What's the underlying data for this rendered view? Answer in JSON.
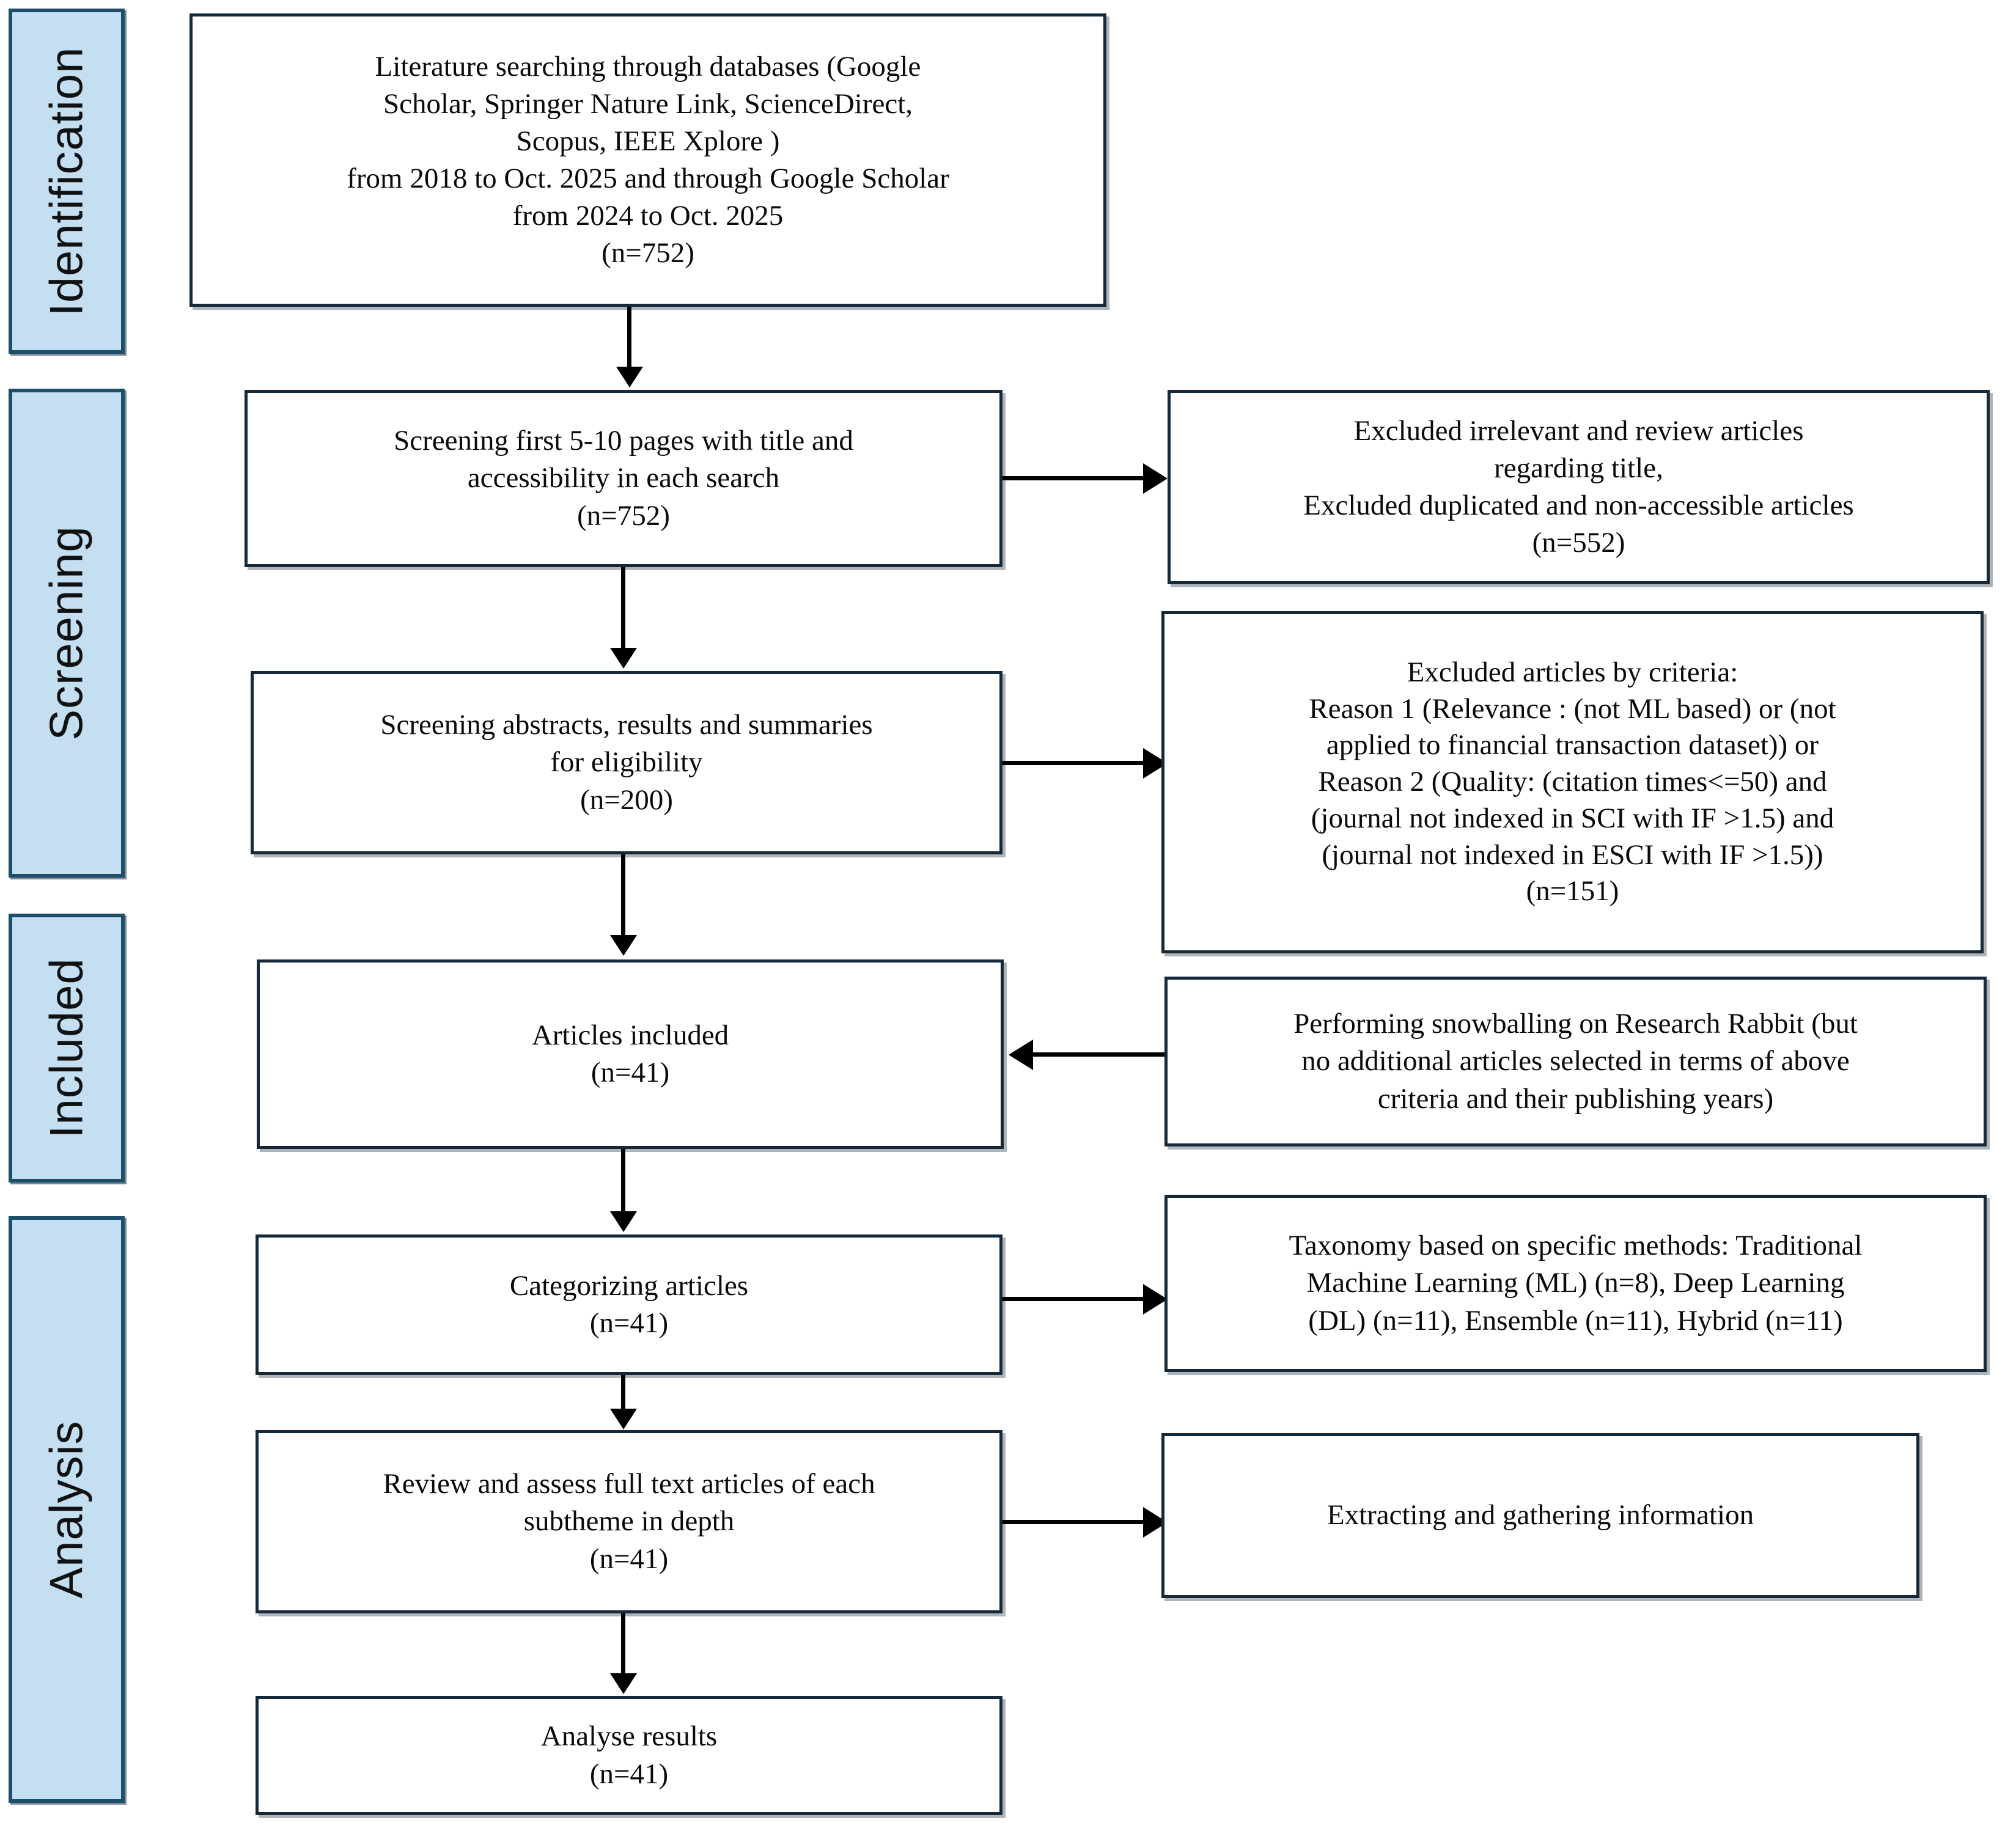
{
  "diagram": {
    "type": "prisma-flow-diagram",
    "phases": [
      {
        "id": "identification",
        "label": "Identification"
      },
      {
        "id": "screening",
        "label": "Screening"
      },
      {
        "id": "included",
        "label": "Included"
      },
      {
        "id": "analysis",
        "label": "Analysis"
      }
    ],
    "boxes": {
      "identification_search": {
        "text": "Literature searching through databases (Google\nScholar, Springer Nature Link, ScienceDirect,\nScopus, IEEE Xplore )\nfrom 2018 to Oct. 2025 and through Google Scholar\nfrom 2024 to Oct. 2025\n(n=752)",
        "count": "n=752"
      },
      "screening_pages": {
        "text": "Screening first 5-10 pages with title and\naccessibility in each search\n(n=752)",
        "count": "n=752"
      },
      "excluded_irrelevant": {
        "text": "Excluded irrelevant and review articles\nregarding title,\nExcluded duplicated and non-accessible articles\n(n=552)",
        "count": "n=552"
      },
      "screening_abstracts": {
        "text": "Screening abstracts, results and summaries\nfor eligibility\n(n=200)",
        "count": "n=200"
      },
      "excluded_criteria": {
        "text": "Excluded articles by criteria:\nReason 1 (Relevance : (not ML based) or (not\napplied to financial transaction dataset)) or\nReason 2 (Quality: (citation times<=50) and\n(journal not indexed in SCI with IF >1.5) and\n(journal not indexed in ESCI with IF >1.5))\n(n=151)",
        "count": "n=151"
      },
      "articles_included": {
        "text": "Articles included\n(n=41)",
        "count": "n=41"
      },
      "snowballing": {
        "text": "Performing snowballing on Research Rabbit (but\nno additional articles selected in terms of above\ncriteria and their publishing years)"
      },
      "categorizing": {
        "text": "Categorizing articles\n(n=41)",
        "count": "n=41"
      },
      "taxonomy": {
        "text": "Taxonomy based on specific methods: Traditional\nMachine Learning (ML) (n=8), Deep Learning\n(DL) (n=11), Ensemble (n=11), Hybrid (n=11)"
      },
      "review_fulltext": {
        "text": "Review and assess full text articles of each\nsubtheme in depth\n(n=41)",
        "count": "n=41"
      },
      "extracting": {
        "text": "Extracting and gathering information"
      },
      "analyse_results": {
        "text": "Analyse results\n(n=41)",
        "count": "n=41"
      }
    },
    "colors": {
      "phase_fill": "#c3dff1",
      "phase_border": "#1d4f6b",
      "box_border": "#16293a",
      "box_fill": "#ffffff",
      "connector": "#000000"
    },
    "counts": {
      "records_identified": 752,
      "records_screened": 752,
      "excluded_title_duplicate": 552,
      "abstracts_screened": 200,
      "excluded_by_criteria": 151,
      "articles_included": 41,
      "traditional_ml": 8,
      "deep_learning": 11,
      "ensemble": 11,
      "hybrid": 11
    }
  }
}
